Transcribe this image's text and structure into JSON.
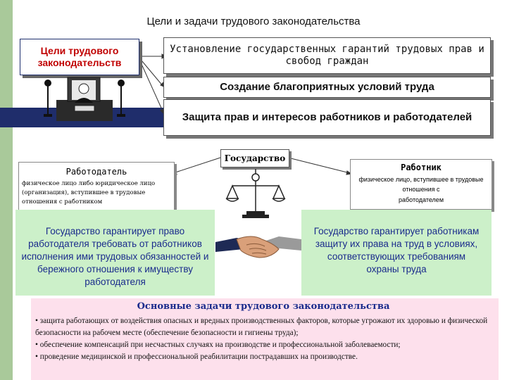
{
  "title": "Цели и задачи трудового законодательства",
  "goals": {
    "heading": "Цели трудового законодательств",
    "items": [
      "Установление государственных гарантий трудовых прав и свобод граждан",
      "Создание благоприятных условий труда",
      "Защита прав и интересов работников и работодателей"
    ]
  },
  "state": {
    "label": "Государство"
  },
  "employer": {
    "heading": "Работодатель",
    "definition": "физическое лицо либо юридическое лицо (организация), вступившее в трудовые отношения с работником",
    "guarantee": "Государство гарантирует право работодателя требовать от работников исполнения ими трудовых обязанностей и бережного отношения к имуществу работодателя"
  },
  "worker": {
    "heading": "Работник",
    "definition": "физическое лицо, вступившее в трудовые отношения с",
    "definition2": "работодателем",
    "guarantee": "Государство гарантирует работникам защиту их права на труд в условиях, соответствующих требованиям охраны труда"
  },
  "tasks": {
    "heading": "Основные задачи трудового законодательства",
    "items": [
      "• защита работающих от воздействия опасных и вредных производственных факторов, которые угрожают их здоровью и физической безопасности на рабочем месте (обеспечение безопасности и гигиены труда);",
      "• обеспечение компенсаций при несчастных случаях на производстве и профессиональной заболеваемости;",
      "• проведение медицинской и профессиональной реабилитации пострадавших на производстве."
    ]
  },
  "colors": {
    "accent_red": "#c00000",
    "navy": "#1f2d6b",
    "green_panel": "#ccf0c9",
    "pink_panel": "#fde0ec",
    "blue_text": "#1a2b8c"
  }
}
